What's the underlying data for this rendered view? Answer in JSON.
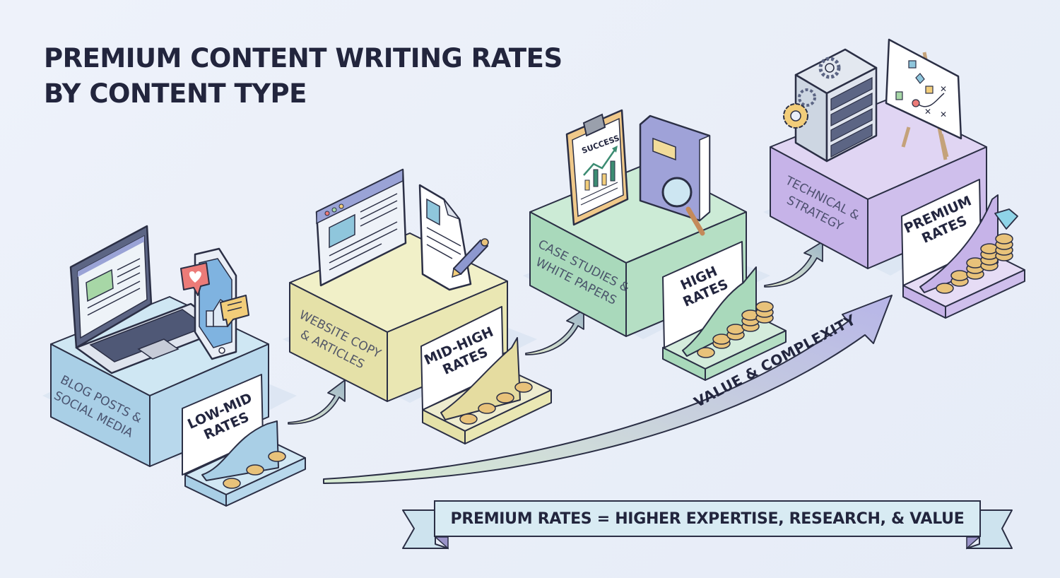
{
  "title": {
    "line1": "PREMIUM CONTENT WRITING RATES",
    "line2": "BY CONTENT TYPE"
  },
  "tiers": [
    {
      "category_line1": "BLOG POSTS &",
      "category_line2": "SOCIAL MEDIA",
      "rate_line1": "LOW-MID",
      "rate_line2": "RATES",
      "color": "#bcdcee",
      "icons": [
        "laptop-icon",
        "smartphone-icon",
        "heart-bubble-icon",
        "chat-bubble-icon",
        "thumbs-up-icon"
      ],
      "coins": 3
    },
    {
      "category_line1": "WEBSITE COPY",
      "category_line2": "& ARTICLES",
      "rate_line1": "MID-HIGH",
      "rate_line2": "RATES",
      "color": "#ecedb9",
      "icons": [
        "browser-window-icon",
        "document-icon",
        "pen-icon"
      ],
      "coins": 4
    },
    {
      "category_line1": "CASE STUDIES &",
      "category_line2": "WHITE PAPERS",
      "rate_line1": "HIGH",
      "rate_line2": "RATES",
      "color": "#bfe3cc",
      "icons": [
        "clipboard-chart-icon",
        "book-icon",
        "magnifier-icon"
      ],
      "clipboard_text": "SUCCESS",
      "coins": 5
    },
    {
      "category_line1": "TECHNICAL &",
      "category_line2": "STRATEGY",
      "rate_line1": "PREMIUM",
      "rate_line2": "RATES",
      "color": "#d2c3ee",
      "icons": [
        "server-icon",
        "gear-icon",
        "flowchart-easel-icon",
        "diamond-icon"
      ],
      "coins": 5
    }
  ],
  "trend_arrow": {
    "label": "VALUE & COMPLEXITY"
  },
  "banner": {
    "text": "PREMIUM RATES = HIGHER EXPERTISE, RESEARCH, & VALUE"
  },
  "colors": {
    "outline": "#2b2f45",
    "coin": "#e8c27a",
    "arrow_start": "#d4e6c6",
    "arrow_end": "#b9b6e6"
  }
}
